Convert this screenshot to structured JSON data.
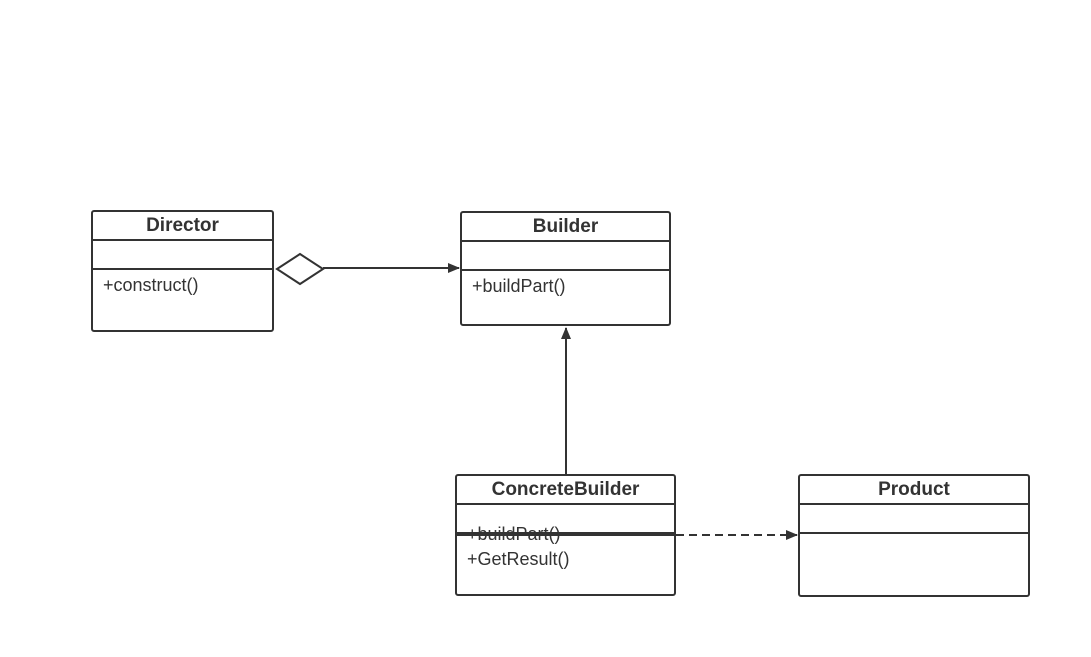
{
  "diagram": {
    "classes": {
      "director": {
        "name": "Director",
        "operations": [
          "+construct()"
        ]
      },
      "builder": {
        "name": "Builder",
        "operations": [
          "+buildPart()"
        ]
      },
      "concrete_builder": {
        "name": "ConcreteBuilder",
        "operations": [
          "+buildPart()",
          "+GetResult()"
        ]
      },
      "product": {
        "name": "Product",
        "operations": []
      }
    },
    "relations": [
      {
        "type": "aggregation",
        "from": "Director",
        "to": "Builder"
      },
      {
        "type": "generalization",
        "from": "ConcreteBuilder",
        "to": "Builder"
      },
      {
        "type": "dependency",
        "from": "ConcreteBuilder",
        "to": "Product"
      }
    ],
    "colors": {
      "line": "#333333",
      "background": "#ffffff"
    }
  }
}
